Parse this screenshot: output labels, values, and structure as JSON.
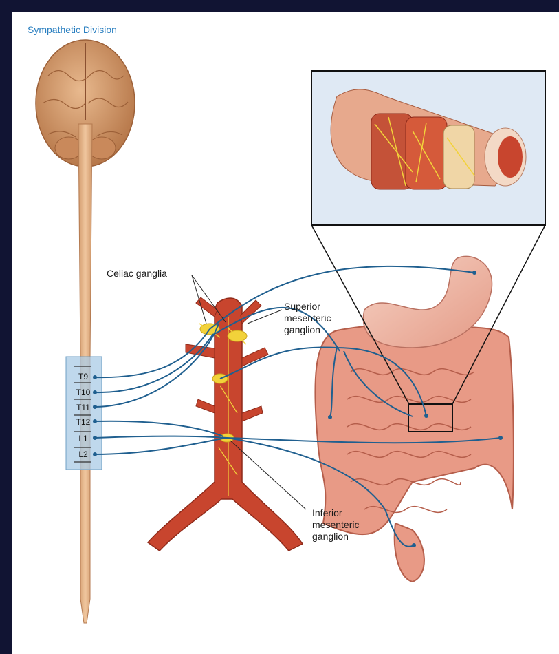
{
  "figure": {
    "title": "Sympathetic Division",
    "labels": {
      "celiac": "Celiac ganglia",
      "superior": [
        "Superior",
        "mesenteric",
        "ganglion"
      ],
      "inferior": [
        "Inferior",
        "mesenteric",
        "ganglion"
      ]
    },
    "spinal_segments": [
      "T9",
      "T10",
      "T11",
      "T12",
      "L1",
      "L2"
    ]
  },
  "colors": {
    "background": "#111433",
    "title": "#2a7fc0",
    "nerve": "#1f5f8f",
    "cord": "#e8b88a",
    "brain": "#d9a070",
    "artery": "#c8452e",
    "ganglion": "#f2d23a",
    "intestine": "#e89a86",
    "stomach": "#f1c0b0",
    "inset_bg": "#dfe9f4",
    "segment_box": "#a9cbe6"
  }
}
